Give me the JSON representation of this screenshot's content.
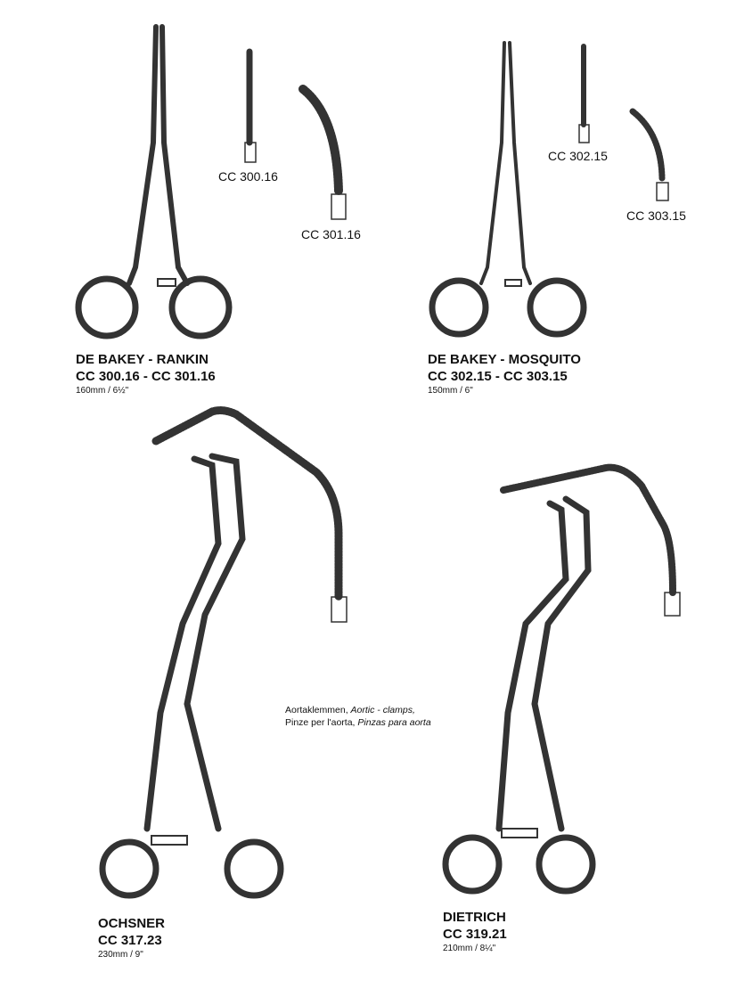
{
  "products": [
    {
      "name": "DE BAKEY - RANKIN",
      "codes": "CC 300.16 - CC 301.16",
      "size": "160mm / 6½\"",
      "jaw_labels": [
        "CC 300.16",
        "CC 301.16"
      ]
    },
    {
      "name": "DE BAKEY - MOSQUITO",
      "codes": "CC 302.15 - CC 303.15",
      "size": "150mm / 6\"",
      "jaw_labels": [
        "CC 302.15",
        "CC 303.15"
      ]
    },
    {
      "name": "OCHSNER",
      "codes": "CC 317.23",
      "size": "230mm / 9\""
    },
    {
      "name": "DIETRICH",
      "codes": "CC 319.21",
      "size": "210mm / 8¼\""
    }
  ],
  "note": {
    "line1_plain": "Aortaklemmen, ",
    "line1_italic": "Aortic - clamps,",
    "line2_plain": "Pinze per l'aorta, ",
    "line2_italic": "Pinzas para aorta"
  }
}
